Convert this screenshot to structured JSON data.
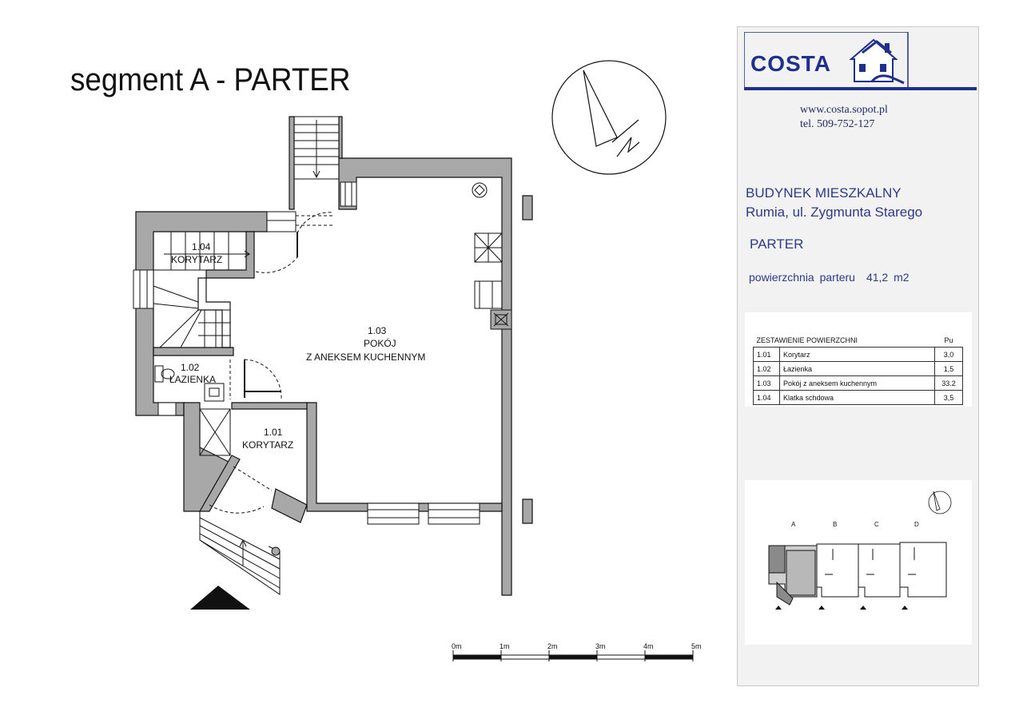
{
  "plan": {
    "title": "segment A  -  PARTER",
    "rooms": [
      {
        "id": "1.04",
        "name": "KORYTARZ"
      },
      {
        "id": "1.03",
        "name_line1": "POKÓJ",
        "name_line2": "Z ANEKSEM KUCHENNYM"
      },
      {
        "id": "1.02",
        "name": "ŁAZIENKA"
      },
      {
        "id": "1.01",
        "name": "KORYTARZ"
      }
    ],
    "scale_labels": [
      "0m",
      "1m",
      "2m",
      "3m",
      "4m",
      "5m"
    ]
  },
  "panel": {
    "logo_text": "COSTA",
    "website": "www.costa.sopot.pl",
    "phone": "tel. 509-752-127",
    "building_type": "BUDYNEK MIESZKALNY",
    "address": "Rumia, ul. Zygmunta Starego",
    "floor": "PARTER",
    "area_label": "powierzchnia  parteru",
    "area_value": "41,2 m2",
    "table": {
      "title": "ZESTAWIENIE POWIERZCHNI",
      "unit_header": "Pu",
      "rows": [
        {
          "no": "1.01",
          "name": "Korytarz",
          "pu": "3,0"
        },
        {
          "no": "1.02",
          "name": "Łazienka",
          "pu": "1,5"
        },
        {
          "no": "1.03",
          "name": "Pokój  z aneksem kuchennym",
          "pu": "33.2"
        },
        {
          "no": "1.04",
          "name": "Klatka schdowa",
          "pu": "3,5"
        }
      ]
    },
    "segment_labels": [
      "A",
      "B",
      "C",
      "D"
    ]
  },
  "colors": {
    "wall": "#a8a8a8",
    "outline": "#111111",
    "brand_blue": "#1e2f8c",
    "text_blue": "#2c3a8a"
  }
}
